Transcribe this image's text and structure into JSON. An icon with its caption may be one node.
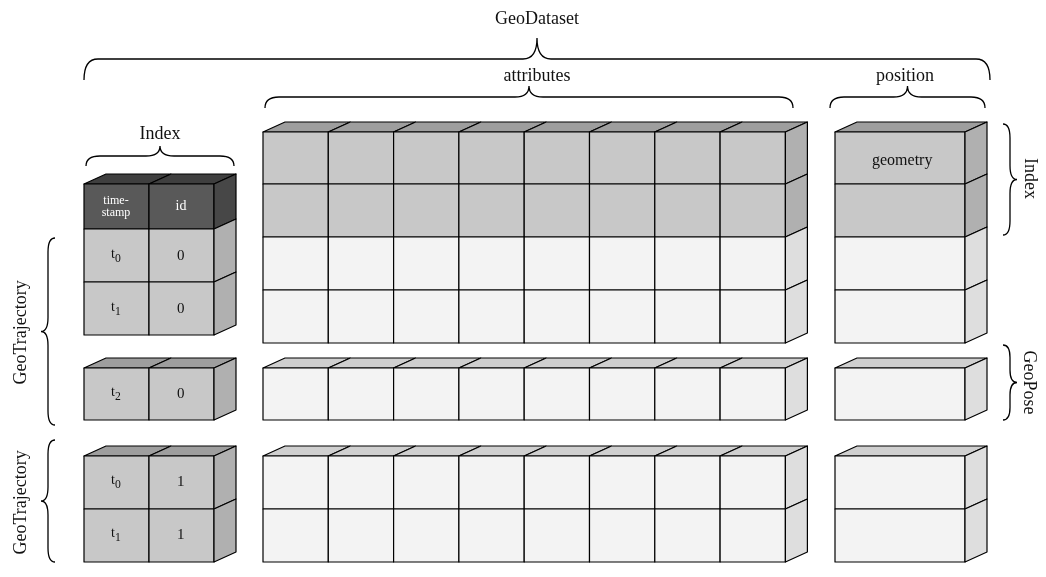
{
  "diagram": {
    "labels": [
      "GeoDataset",
      "attributes",
      "position",
      "Index",
      "geometry",
      "Index",
      "time-stamp",
      "id",
      "t$_{0}$",
      "0",
      "t$_{1}$",
      "0",
      "GeoTrajectory",
      "t$_{2}$",
      "0",
      "GeoPose",
      "GeoTrajectory",
      "t$_{0}$",
      "1",
      "t$_{1}$",
      "1"
    ]
  }
}
